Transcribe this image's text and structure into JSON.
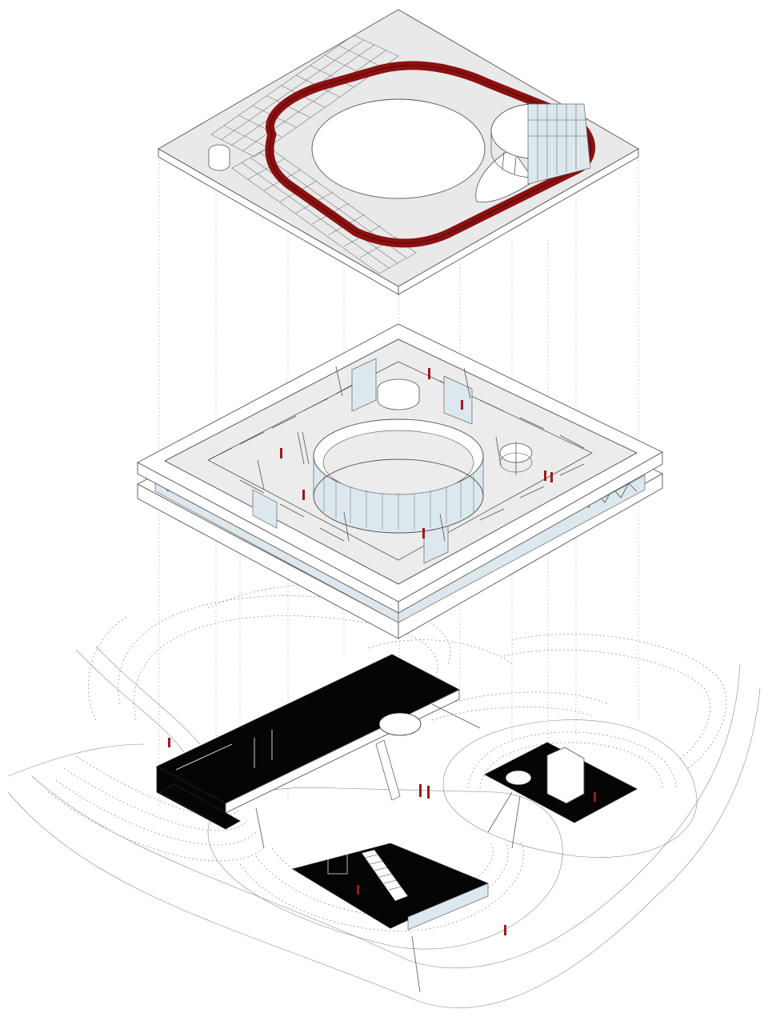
{
  "diagram": {
    "type": "exploded-axonometric",
    "levels": [
      {
        "id": "roof",
        "features": [
          "solar-panel-grid",
          "running-track",
          "circular-oculus",
          "rooftop-pavilion",
          "water-tank"
        ]
      },
      {
        "id": "main-floor",
        "features": [
          "perimeter-truss-facade",
          "circular-glass-courtyard",
          "spiral-stair",
          "columns",
          "rooms"
        ]
      },
      {
        "id": "ground",
        "features": [
          "topographic-contours",
          "sunken-volume-long",
          "sunken-volume-small",
          "sunken-volume-stair",
          "paths"
        ]
      }
    ],
    "colors": {
      "track": "#8b1010",
      "figures": "#a01818",
      "solid": "#050505",
      "roof_surface": "#e9e9e9",
      "glass": "#dde7ee",
      "line": "#555555"
    }
  }
}
